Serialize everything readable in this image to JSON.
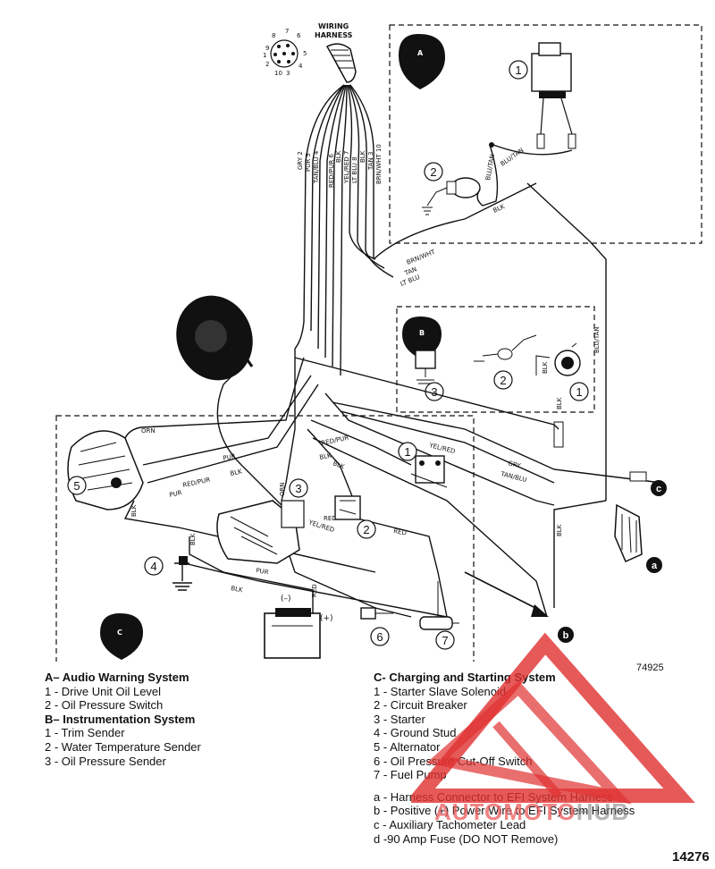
{
  "wiring_harness": {
    "label_line1": "WIRING",
    "label_line2": "HARNESS",
    "pins": [
      "1",
      "2",
      "3",
      "4",
      "5",
      "6",
      "7",
      "8",
      "9",
      "10"
    ]
  },
  "harness_wires": [
    "GRY 2",
    "PUR 5",
    "TAN/BLU 4",
    "RED/PUR 6",
    "BLK",
    "YEL/RED 7",
    "LT BLU 8",
    "BLK",
    "BRN/WHT 10",
    "TAN 3"
  ],
  "wire_labels": {
    "blu_tan": "BLU/TAN",
    "blk": "BLK",
    "brn_wht": "BRN/WHT",
    "tan": "TAN",
    "lt_blu": "LT BLU",
    "orn": "ORN",
    "pur": "PUR",
    "red_pur": "RED/PUR",
    "yel_red": "YEL/RED",
    "gry": "GRY",
    "tan_blu": "TAN/BLU",
    "red": "RED"
  },
  "section_tags": {
    "a": "A",
    "b": "B",
    "c": "C"
  },
  "component_numbers": {
    "a1": "1",
    "a2": "2",
    "b1": "1",
    "b2": "2",
    "b3": "3",
    "c1": "1",
    "c2": "2",
    "c3": "3",
    "c4": "4",
    "c5": "5",
    "c6": "6",
    "c7": "7"
  },
  "callouts": {
    "a": "a",
    "b": "b",
    "c": "c"
  },
  "battery": {
    "neg": "(–)",
    "pos": "(+)"
  },
  "figure_number": "74925",
  "page_number": "14276",
  "legend": {
    "a_title": "A– Audio Warning System",
    "a_items": [
      "1 - Drive Unit Oil Level",
      "2 - Oil Pressure Switch"
    ],
    "b_title": "B– Instrumentation System",
    "b_items": [
      "1 - Trim Sender",
      "2 - Water Temperature Sender",
      "3 - Oil Pressure Sender"
    ],
    "c_title": "C- Charging and Starting System",
    "c_items": [
      "1 - Starter Slave Solenoid",
      "2 - Circuit Breaker",
      "3 - Starter",
      "4 - Ground Stud",
      "5 - Alternator",
      "6 - Oil Pressure Cut-Off Switch",
      "7 - Fuel Pump"
    ],
    "notes": [
      "a - Harness Connector to EFI System Harness",
      "b - Positive (+) Power Wire to EFI System Harness",
      "c - Auxiliary Tachometer Lead",
      "d -90 Amp Fuse (DO NOT Remove)"
    ]
  },
  "watermark": {
    "text_a": "AUTOMOTO",
    "text_b": "HUB",
    "color": "#e03030"
  }
}
